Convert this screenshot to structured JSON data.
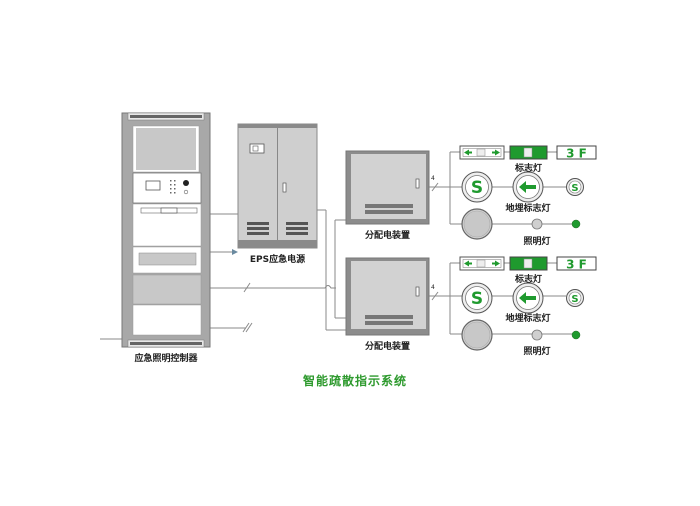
{
  "diagram": {
    "title": "智能疏散指示系统",
    "colors": {
      "accent_green": "#1f9a2e",
      "title_green": "#2e9a2e",
      "cabinet_gray": "#9a9a9a",
      "panel_gray": "#d2d2d2",
      "line_gray": "#8a8a8a"
    },
    "devices": {
      "controller": {
        "label": "应急照明控制器",
        "icon": "rack-cabinet-icon"
      },
      "eps": {
        "label": "EPS应急电源",
        "icon": "power-cabinet-icon"
      },
      "distribution_boxes": [
        {
          "label": "分配电装置",
          "icon": "distribution-box-icon",
          "wire_mark": "4"
        },
        {
          "label": "分配电装置",
          "icon": "distribution-box-icon",
          "wire_mark": "4"
        }
      ]
    },
    "branches": [
      {
        "sign_label": "标志灯",
        "floor_sign": "3 F",
        "floor_label": "地埋标志灯",
        "lighting_label": "照明灯"
      },
      {
        "sign_label": "标志灯",
        "floor_sign": "3 F",
        "floor_label": "地埋标志灯",
        "lighting_label": "照明灯"
      }
    ]
  }
}
